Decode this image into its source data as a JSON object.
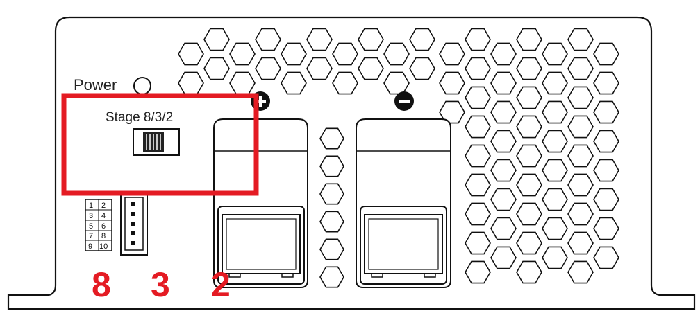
{
  "labels": {
    "power": "Power",
    "stage": "Stage 8/3/2"
  },
  "pin_grid": [
    "1",
    "2",
    "3",
    "4",
    "5",
    "6",
    "7",
    "8",
    "9",
    "10"
  ],
  "callouts": [
    "8",
    "3",
    "2"
  ],
  "colors": {
    "highlight": "#e41b23",
    "outline": "#111111",
    "callout": "#e41b23"
  },
  "icons": {
    "positive_terminal": "plus-circle-icon",
    "negative_terminal": "minus-circle-icon",
    "power_led": "led-circle-icon",
    "dip_switch": "dip-switch-icon"
  }
}
